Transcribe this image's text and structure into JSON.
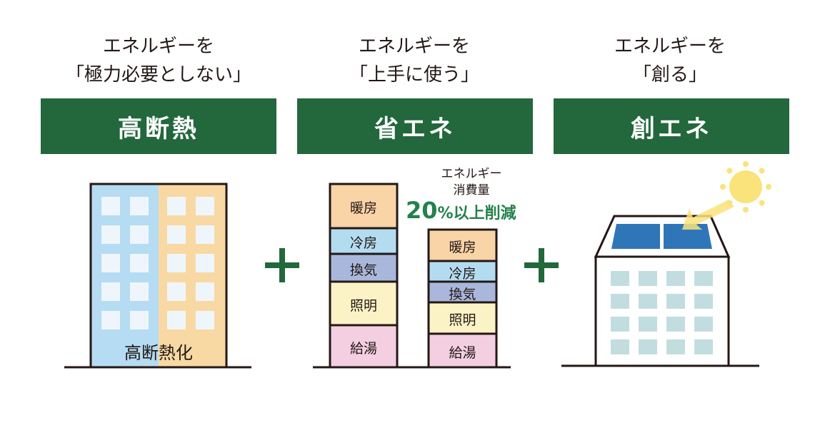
{
  "columns": [
    {
      "line1": "エネルギーを",
      "line2": "「極力必要としない」",
      "title": "高断熱"
    },
    {
      "line1": "エネルギーを",
      "line2": "「上手に使う」",
      "title": "省エネ"
    },
    {
      "line1": "エネルギーを",
      "line2": "「創る」",
      "title": "創エネ"
    }
  ],
  "building_label": "高断熱化",
  "before_bar": [
    "暖房",
    "冷房",
    "換気",
    "照明",
    "給湯"
  ],
  "after_bar": [
    "暖房",
    "冷房",
    "換気",
    "照明",
    "給湯"
  ],
  "reduction": {
    "line1": "エネルギー",
    "line2": "消費量",
    "num": "20",
    "rest": "%以上削減"
  },
  "colors": {
    "green": "#23673d",
    "heating": "#f8d4a6",
    "cooling": "#b3dcf0",
    "ventilation": "#a9b7dc",
    "lighting": "#fbf3c6",
    "hotwater": "#f4cfe2",
    "panel": "#2f76b8",
    "sun": "#f9e37a"
  }
}
